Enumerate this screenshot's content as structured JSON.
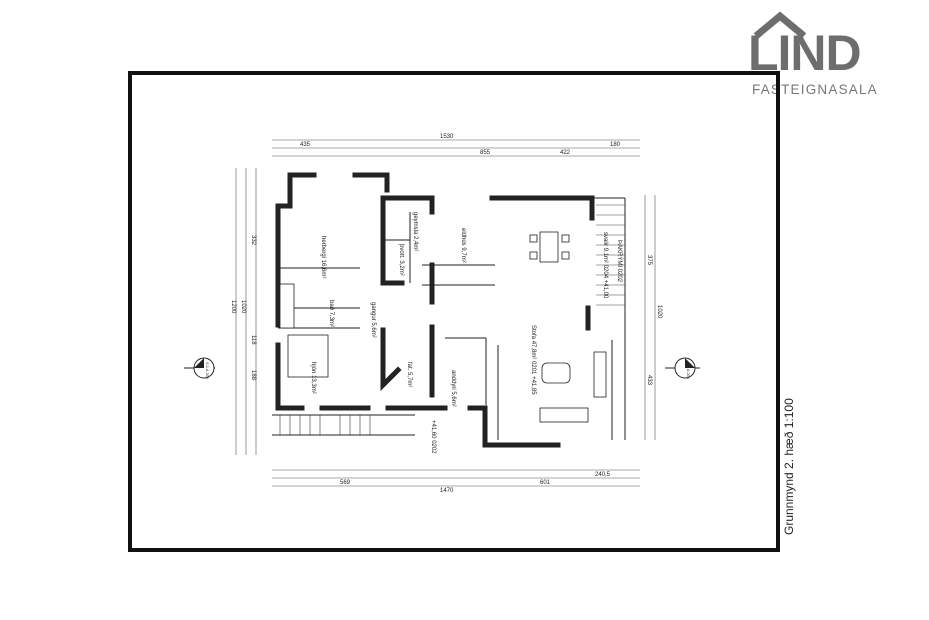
{
  "logo": {
    "brand": "LIND",
    "subtitle": "FASTEIGNASALA",
    "color": "#6d6d6d"
  },
  "drawing": {
    "title": "Grunnmynd 2. hæð 1:100",
    "rooms": [
      {
        "name": "herbergi",
        "area": "16,6m²"
      },
      {
        "name": "geymsla",
        "area": "2,4m²"
      },
      {
        "name": "þvott.",
        "area": "3,2m²"
      },
      {
        "name": "eldhús",
        "area": "9,7m²"
      },
      {
        "name": "svalir",
        "area": "9,1m²"
      },
      {
        "name": "Stofa",
        "area": "47,8m²"
      },
      {
        "name": "gangur",
        "area": "5,6m²"
      },
      {
        "name": "bað",
        "area": "7,3m²"
      },
      {
        "name": "hjón",
        "area": "13,3m²"
      },
      {
        "name": "fat.",
        "area": "5,7m²"
      },
      {
        "name": "anddyri",
        "area": "5,6m²"
      }
    ],
    "codes": [
      "0201",
      "0204",
      "0202"
    ],
    "elevations": [
      "+41,85",
      "+41,60",
      "+41,00"
    ],
    "svalir_label": "ÞAKRÝMI 0202",
    "dimensions_top": [
      "1530",
      "435",
      "855",
      "422",
      "180"
    ],
    "dimensions_bottom": [
      "1470",
      "569",
      "601",
      "240,5"
    ],
    "dimensions_left": [
      "1200",
      "1020",
      "332",
      "118",
      "188"
    ],
    "dimensions_right": [
      "1020",
      "375",
      "433"
    ],
    "section_marks": [
      "S.1 A 201",
      "S.1 A 201"
    ]
  }
}
